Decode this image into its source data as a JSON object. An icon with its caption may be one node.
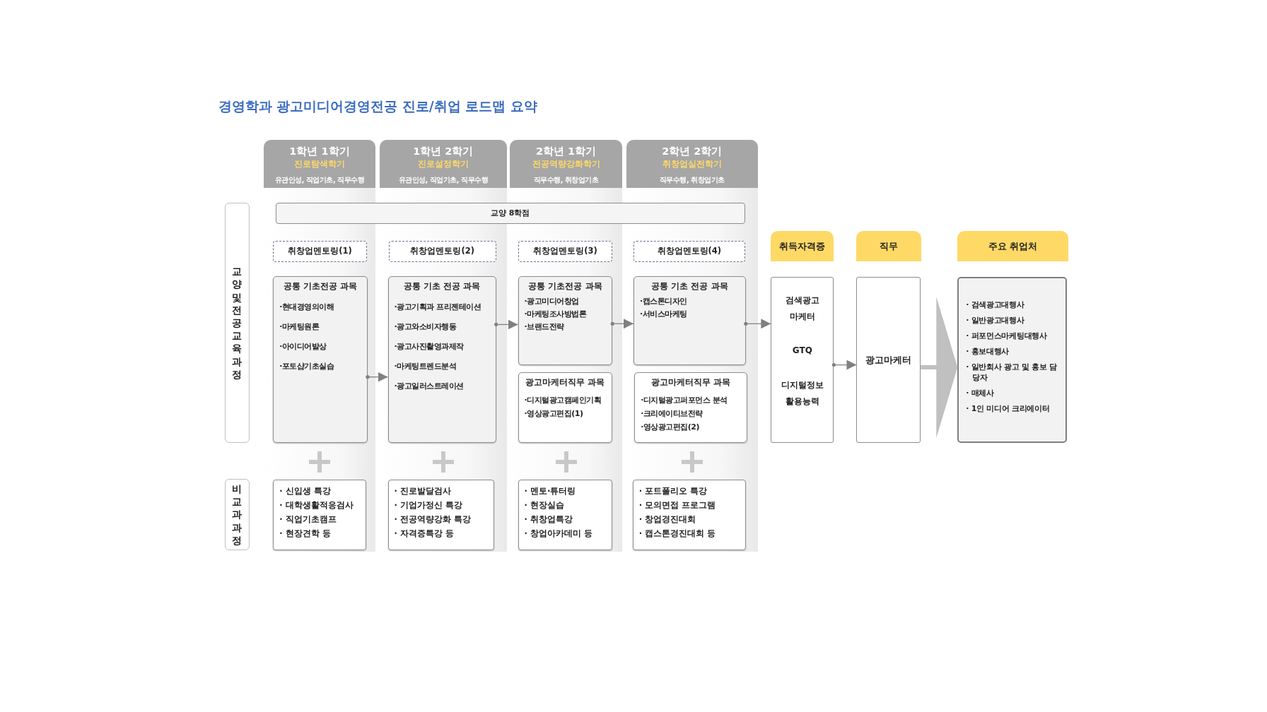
{
  "diagram": {
    "title": "경영학과 광고미디어경영전공 진로/취업 로드맵 요약",
    "nodes": [
      {
        "text": [
          "교양 및 전공 교육과정"
        ]
      },
      {
        "text": [
          "비교과 과정"
        ]
      },
      {
        "text": [
          "1학년 1학기",
          "진로탐색학기",
          "유관인성, 직업기초, 직무수행"
        ]
      },
      {
        "text": [
          "1학년 2학기",
          "진로설정학기",
          "유관인성, 직업기초, 직무수행"
        ]
      },
      {
        "text": [
          "2학년 1학기",
          "전공역량강화학기",
          "직무수행, 취창업기초"
        ]
      },
      {
        "text": [
          "2학년 2학기",
          "취창업실전학기",
          "직무수행, 취창업기초"
        ]
      },
      {
        "text": [
          "교양 8학점"
        ]
      },
      {
        "text": [
          "취창업멘토링(1)"
        ],
        "in": 2
      },
      {
        "text": [
          "취창업멘토링(2)"
        ],
        "in": 3
      },
      {
        "text": [
          "취창업멘토링(3)"
        ],
        "in": 4
      },
      {
        "text": [
          "취창업멘토링(4)"
        ],
        "in": 5
      },
      {
        "text": [
          "공통 기초전공 과목",
          "·현대경영의이해",
          "·마케팅원론",
          "·아이디어발상",
          "·포토샵기초실습"
        ],
        "in": 2
      },
      {
        "text": [
          "공통 기초 전공 과목",
          "·광고기획과 프리젠테이션",
          "·광고와소비자행동",
          "·광고사진촬영과제작",
          "·마케팅트렌드분석",
          "·광고일러스트레이션"
        ],
        "in": 3
      },
      {
        "text": [
          "공통 기초전공 과목",
          "·광고미디어창업",
          "·마케팅조사방법론",
          "·브랜드전략"
        ],
        "in": 4
      },
      {
        "text": [
          "광고마케터직무 과목",
          "·디지털광고캠페인기획",
          "·영상광고편집(1)"
        ],
        "in": 4
      },
      {
        "text": [
          "공통 기초 전공 과목",
          "·캡스톤디자인",
          "·서비스마케팅"
        ],
        "in": 5
      },
      {
        "text": [
          "광고마케터직무 과목",
          "·디지털광고퍼포먼스 분석",
          "·크리에이티브전략",
          "·영상광고편집(2)"
        ],
        "in": 5
      },
      {
        "text": [
          "· 신입생 특강",
          "· 대학생활적응검사",
          "· 직업기초캠프",
          "· 현장견학 등"
        ],
        "in": 2
      },
      {
        "text": [
          "· 진로발달검사",
          "· 기업가정신 특강",
          "· 전공역량강화 특강",
          "· 자격증특강 등"
        ],
        "in": 3
      },
      {
        "text": [
          "· 멘토·튜터링",
          "· 현장실습",
          "· 취창업특강",
          "· 창업아카데미 등"
        ],
        "in": 4
      },
      {
        "text": [
          "· 포트폴리오 특강",
          "· 모의면접 프로그램",
          "· 창업경진대회",
          "· 캡스톤경진대회 등"
        ],
        "in": 5
      },
      {
        "text": [
          "취득자격증"
        ]
      },
      {
        "text": [
          "검색광고 마케터",
          "GTQ",
          "디지털정보 활용능력"
        ]
      },
      {
        "text": [
          "직무"
        ]
      },
      {
        "text": [
          "광고마케터"
        ]
      },
      {
        "text": [
          "주요 취업처"
        ]
      },
      {
        "text": [
          "· 검색광고대행사",
          "· 일반광고대행사",
          "· 퍼포먼스마케팅대행사",
          "· 홍보대행사",
          "· 일반회사 광고 및 홍보 담당자",
          "· 매체사",
          "· 1인 미디어 크리에이터"
        ]
      }
    ],
    "edges": [
      {
        "from": 11,
        "to": 12,
        "arrow": "to"
      },
      {
        "from": 12,
        "to": 13,
        "arrow": "to"
      },
      {
        "from": 13,
        "to": 15,
        "arrow": "to"
      },
      {
        "from": 15,
        "to": 22,
        "arrow": "to"
      },
      {
        "from": 22,
        "to": 24,
        "arrow": "to"
      },
      {
        "from": 24,
        "to": 26,
        "arrow": "to",
        "style": "thick",
        "color": "#c0c0c0"
      }
    ]
  }
}
